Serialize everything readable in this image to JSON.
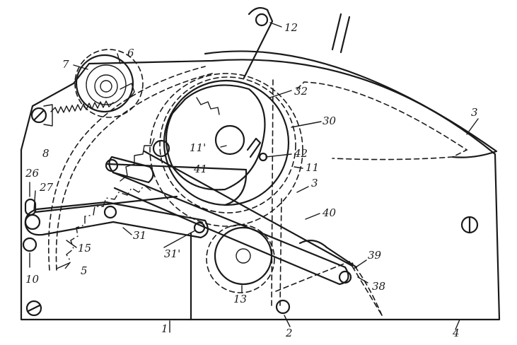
{
  "labels": {
    "n1": "1",
    "n2": "2",
    "n3a": "3",
    "n3b": "3",
    "n4": "4",
    "n5": "5",
    "n6": "6",
    "n7": "7",
    "n8": "8",
    "n10": "10",
    "n11a": "11'",
    "n11b": "11",
    "n12": "12",
    "n13": "13",
    "n15": "15",
    "n26": "26",
    "n27": "27",
    "n30": "30",
    "n31": "31",
    "n31p": "31'",
    "n32": "32",
    "n38": "38",
    "n39": "39",
    "n40": "40",
    "n41": "41",
    "n42": "42"
  }
}
